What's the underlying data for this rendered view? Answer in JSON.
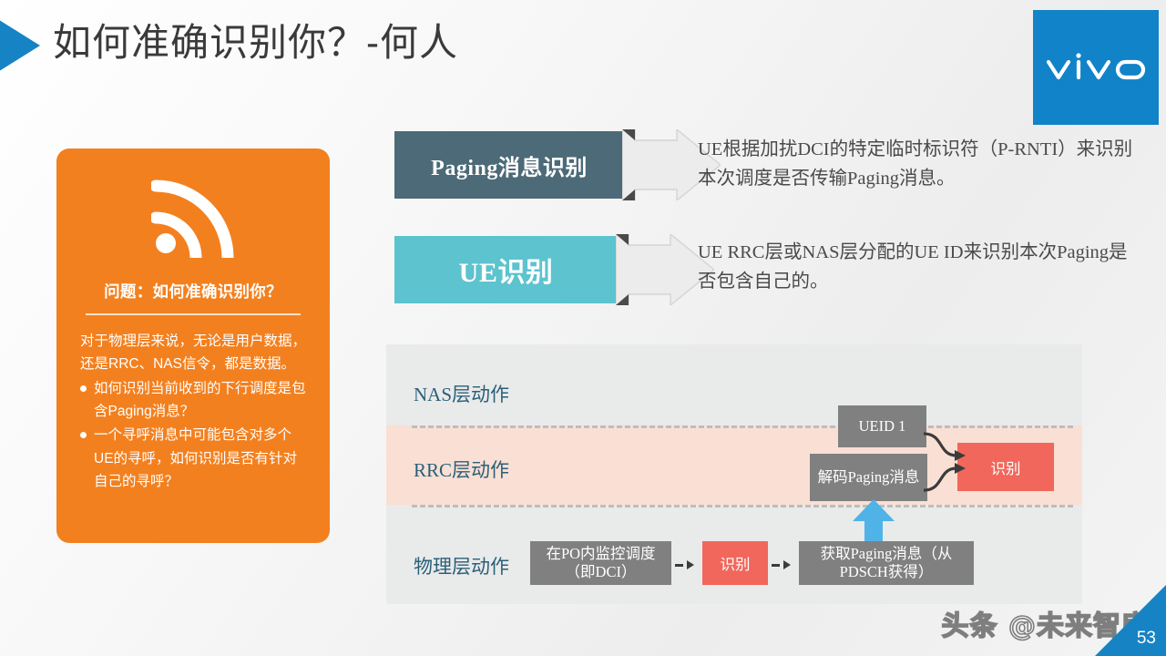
{
  "header": {
    "title": "如何准确识别你？-何人",
    "bullet_icon": "triangle-right-icon",
    "logo_text": "vivo",
    "logo_color": "#1183c8"
  },
  "question_card": {
    "icon": "signal-rss-icon",
    "heading": "问题：如何准确识别你？",
    "background_color": "#f3801f",
    "intro": "对于物理层来说，无论是用户数据，还是RRC、NAS信令，都是数据。",
    "bullets": [
      "如何识别当前收到的下行调度是包含Paging消息？",
      "一个寻呼消息中可能包含对多个UE的寻呼，如何识别是否有针对自己的寻呼？"
    ]
  },
  "banners": [
    {
      "label": "Paging消息识别",
      "color": "#4c6a77",
      "description": "UE根据加扰DCI的特定临时标识符（P-RNTI）来识别本次调度是否传输Paging消息。"
    },
    {
      "label": "UE识别",
      "color": "#5cc3cf",
      "description": "UE RRC层或NAS层分配的UE ID来识别本次Paging是否包含自己的。"
    }
  ],
  "diagram": {
    "background_color": "#e9eaea",
    "highlight_band_color": "#fadfd4",
    "layers": [
      {
        "label": "NAS层动作"
      },
      {
        "label": "RRC层动作"
      },
      {
        "label": "物理层动作"
      }
    ],
    "rrc_nodes": [
      {
        "label": "UEID 1",
        "type": "gray"
      },
      {
        "label": "解码Paging消息",
        "type": "gray"
      },
      {
        "label": "识别",
        "type": "red"
      }
    ],
    "phy_nodes": [
      {
        "label": "在PO内监控调度（即DCI）",
        "type": "gray"
      },
      {
        "label": "识别",
        "type": "red"
      },
      {
        "label": "获取Paging消息（从PDSCH获得）",
        "type": "gray"
      }
    ],
    "up_arrow_color": "#4fb3e8",
    "gray_node_color": "#808080",
    "red_node_color": "#f1675b"
  },
  "footer": {
    "watermark": "头条 @未来智库",
    "page_number": "53",
    "corner_color": "#1683c4"
  }
}
